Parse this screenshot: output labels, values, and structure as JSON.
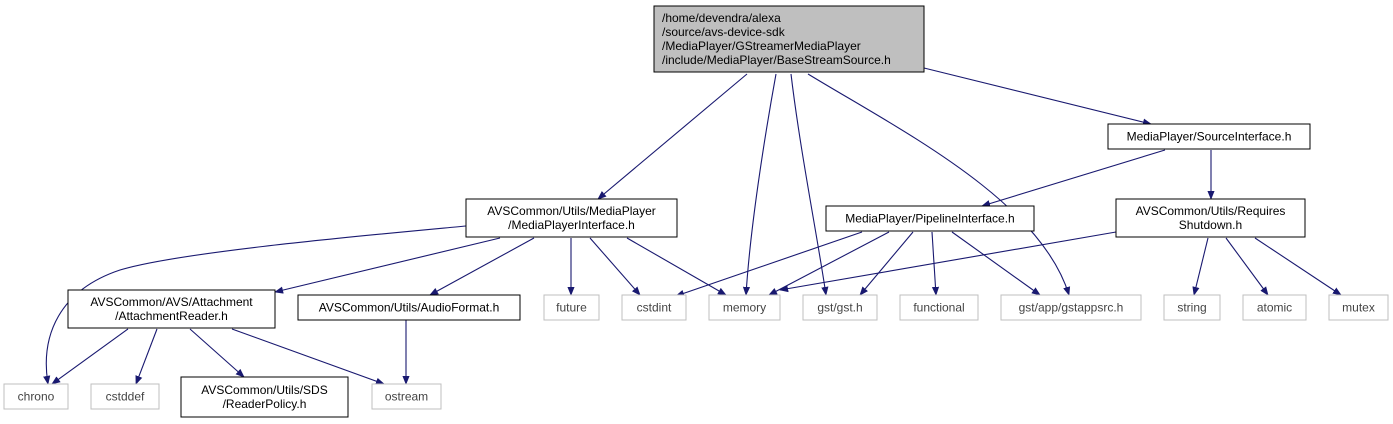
{
  "colors": {
    "edge": "#191970",
    "root_fill": "#bfbfbf",
    "node_border": "#000000",
    "external_border": "#bfbfbf"
  },
  "nodes": {
    "root": {
      "lines": [
        "/home/devendra/alexa",
        "/source/avs-device-sdk",
        "/MediaPlayer/GStreamerMediaPlayer",
        "/include/MediaPlayer/BaseStreamSource.h"
      ]
    },
    "mpi": {
      "lines": [
        "AVSCommon/Utils/MediaPlayer",
        "/MediaPlayerInterface.h"
      ]
    },
    "srci": {
      "lines": [
        "MediaPlayer/SourceInterface.h"
      ]
    },
    "pli": {
      "lines": [
        "MediaPlayer/PipelineInterface.h"
      ]
    },
    "rsd": {
      "lines": [
        "AVSCommon/Utils/Requires",
        "Shutdown.h"
      ]
    },
    "ar": {
      "lines": [
        "AVSCommon/AVS/Attachment",
        "/AttachmentReader.h"
      ]
    },
    "af": {
      "lines": [
        "AVSCommon/Utils/AudioFormat.h"
      ]
    },
    "rp": {
      "lines": [
        "AVSCommon/Utils/SDS",
        "/ReaderPolicy.h"
      ]
    },
    "future": {
      "lines": [
        "future"
      ]
    },
    "cstdint": {
      "lines": [
        "cstdint"
      ]
    },
    "memory": {
      "lines": [
        "memory"
      ]
    },
    "gst": {
      "lines": [
        "gst/gst.h"
      ]
    },
    "functional": {
      "lines": [
        "functional"
      ]
    },
    "gstappsrc": {
      "lines": [
        "gst/app/gstappsrc.h"
      ]
    },
    "string": {
      "lines": [
        "string"
      ]
    },
    "atomic": {
      "lines": [
        "atomic"
      ]
    },
    "mutex": {
      "lines": [
        "mutex"
      ]
    },
    "chrono": {
      "lines": [
        "chrono"
      ]
    },
    "cstddef": {
      "lines": [
        "cstddef"
      ]
    },
    "ostream": {
      "lines": [
        "ostream"
      ]
    }
  }
}
